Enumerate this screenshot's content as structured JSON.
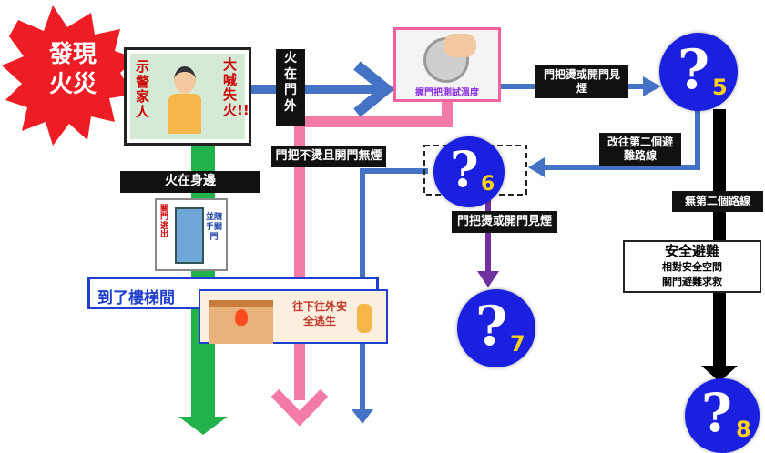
{
  "start": {
    "line1": "發現",
    "line2": "火災"
  },
  "warn_card": {
    "left_text": "示警家人",
    "right_text": "大喊失火!!"
  },
  "door_test": {
    "caption": "握門把測試溫度"
  },
  "labels": {
    "fire_outside": "火在門外",
    "handle_hot_1": "門把燙或開門見煙",
    "alt_route": "改往第二個避難路線",
    "fire_nearby": "火在身邊",
    "handle_cool": "門把不燙且開門無煙",
    "handle_hot_2": "門把燙或開門見煙",
    "no_second_route": "無第二個路線",
    "stairwell": "到了樓梯間"
  },
  "close_door_card": {
    "side_text": "關門逃出",
    "note": "並隨手關門"
  },
  "downstairs_card": {
    "caption": "往下往外安全逃生"
  },
  "shelter": {
    "title": "安全避難",
    "line2": "相對安全空間",
    "line3": "關門避難求救"
  },
  "questions": [
    {
      "mark": "?",
      "number": "5"
    },
    {
      "mark": "?",
      "number": "6"
    },
    {
      "mark": "?",
      "number": "7"
    },
    {
      "mark": "?",
      "number": "8"
    }
  ],
  "colors": {
    "blue_arrow": "#4472c4",
    "green_arrow": "#21b24a",
    "pink_arrow": "#f47aa8",
    "purple_arrow": "#7030a0",
    "black_arrow": "#000000",
    "burst": "#ee1c24",
    "question_circle": "#1a1fe0",
    "question_number": "#ffd21a"
  }
}
